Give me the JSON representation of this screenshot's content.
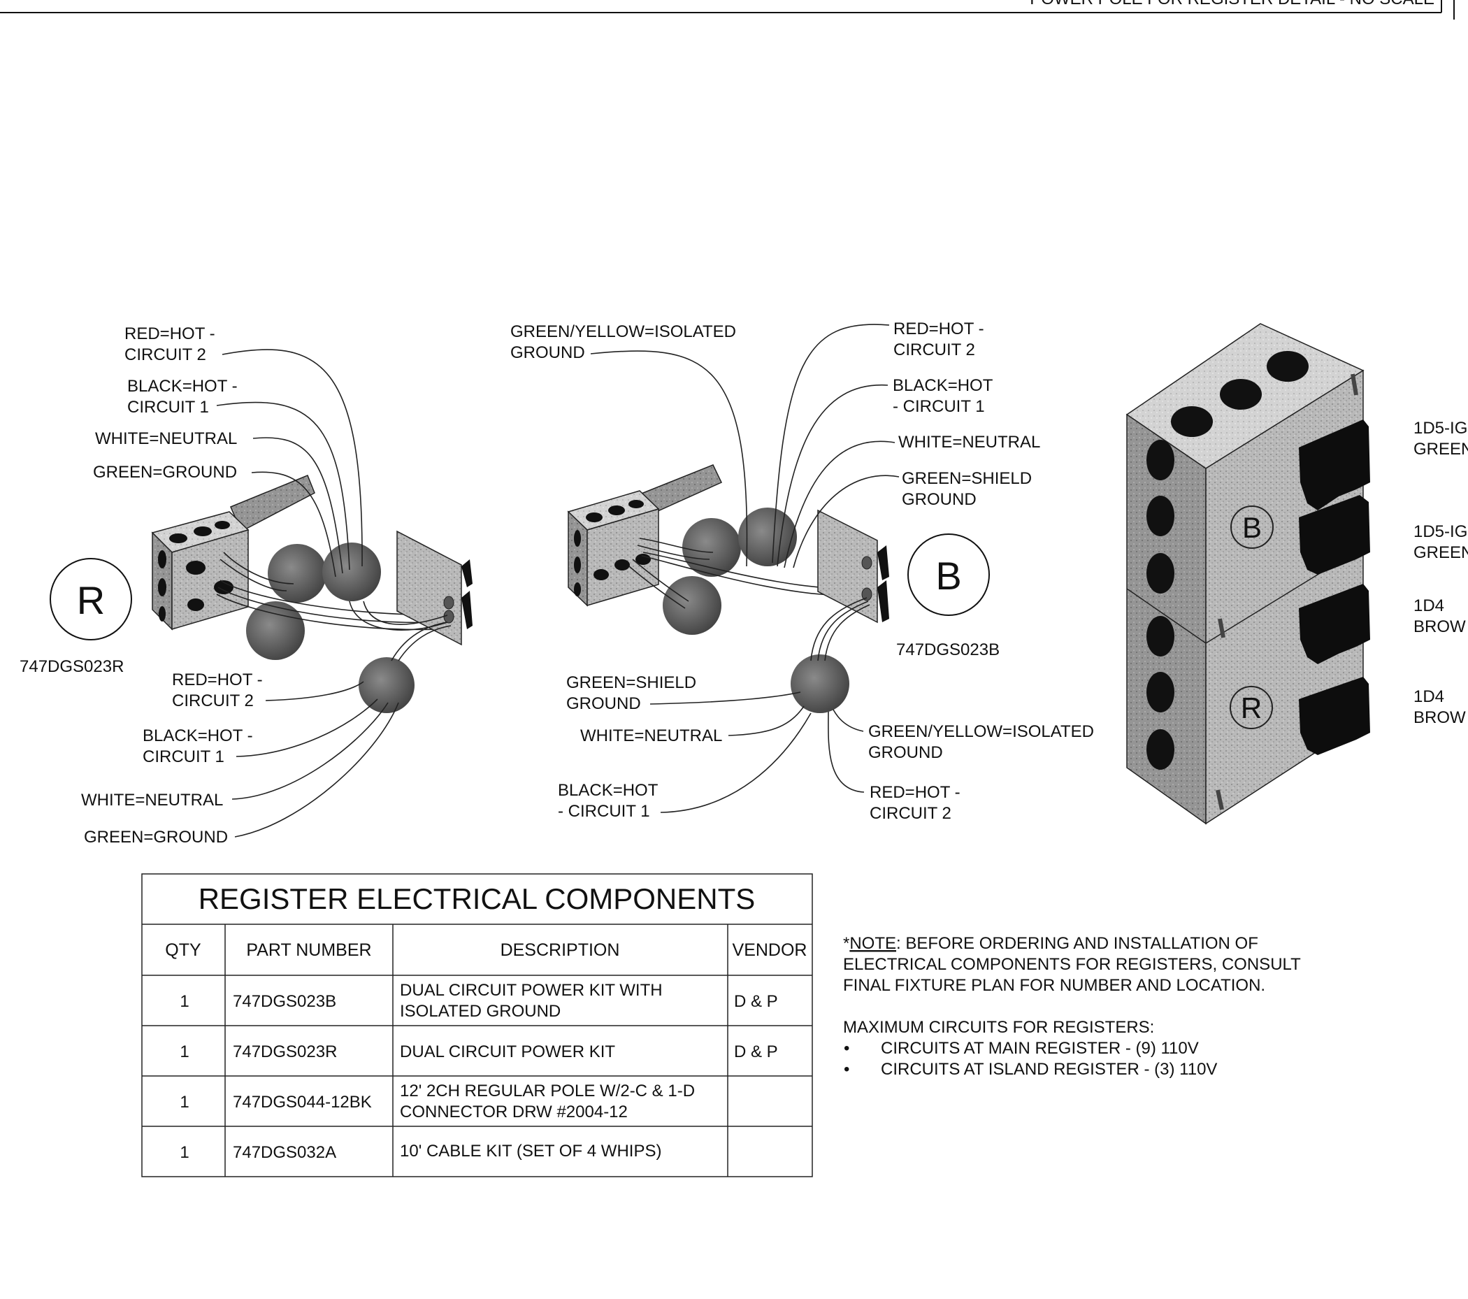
{
  "sheet_header": "POWER POLE FOR REGISTER DETAIL - NO SCALE",
  "kit_r": {
    "symbol": "R",
    "part_number": "747DGS023R",
    "top_labels": [
      "RED=HOT -",
      "CIRCUIT 2",
      "BLACK=HOT -",
      "CIRCUIT 1",
      "WHITE=NEUTRAL",
      "GREEN=GROUND"
    ],
    "bottom_labels": [
      "RED=HOT -",
      "CIRCUIT 2",
      "BLACK=HOT -",
      "CIRCUIT 1",
      "WHITE=NEUTRAL",
      "GREEN=GROUND"
    ]
  },
  "kit_b": {
    "symbol": "B",
    "part_number": "747DGS023B",
    "top_left_labels": [
      "GREEN/YELLOW=ISOLATED",
      "GROUND"
    ],
    "top_right_labels": [
      "RED=HOT -",
      "CIRCUIT 2",
      "BLACK=HOT",
      "- CIRCUIT 1",
      "WHITE=NEUTRAL",
      "GREEN=SHIELD",
      "GROUND"
    ],
    "bottom_left_labels": [
      "GREEN=SHIELD",
      "GROUND",
      "WHITE=NEUTRAL",
      "BLACK=HOT",
      "- CIRCUIT 1"
    ],
    "bottom_right_labels": [
      "GREEN/YELLOW=ISOLATED",
      "GROUND",
      "RED=HOT -",
      "CIRCUIT 2"
    ]
  },
  "pole": {
    "upper_symbol": "B",
    "lower_symbol": "R",
    "receptacle_labels": [
      "1D5-IG",
      "GREEN",
      "1D5-IG",
      "GREEN",
      "1D4",
      "BROW",
      "1D4",
      "BROW"
    ]
  },
  "table": {
    "title": "REGISTER ELECTRICAL COMPONENTS",
    "headers": [
      "QTY",
      "PART NUMBER",
      "DESCRIPTION",
      "VENDOR"
    ],
    "rows": [
      {
        "qty": "1",
        "part": "747DGS023B",
        "desc1": "DUAL CIRCUIT POWER KIT WITH",
        "desc2": "ISOLATED GROUND",
        "vendor": "D & P"
      },
      {
        "qty": "1",
        "part": "747DGS023R",
        "desc1": "DUAL CIRCUIT POWER KIT",
        "desc2": "",
        "vendor": "D & P"
      },
      {
        "qty": "1",
        "part": "747DGS044-12BK",
        "desc1": "12' 2CH REGULAR POLE W/2-C & 1-D",
        "desc2": "CONNECTOR DRW #2004-12",
        "vendor": ""
      },
      {
        "qty": "1",
        "part": "747DGS032A",
        "desc1": "10' CABLE KIT (SET OF 4 WHIPS)",
        "desc2": "",
        "vendor": ""
      }
    ]
  },
  "notes": {
    "prefix": "*",
    "note_word": "NOTE",
    "line1_rest": ":  BEFORE ORDERING AND INSTALLATION OF",
    "line2": "ELECTRICAL COMPONENTS FOR REGISTERS, CONSULT",
    "line3": "FINAL FIXTURE PLAN FOR NUMBER AND LOCATION.",
    "max_heading": "MAXIMUM CIRCUITS FOR REGISTERS:",
    "bullet_glyph": "•",
    "bullets": [
      "CIRCUITS AT MAIN REGISTER - (9) 110V",
      "CIRCUITS AT ISLAND REGISTER - (3) 110V"
    ]
  }
}
